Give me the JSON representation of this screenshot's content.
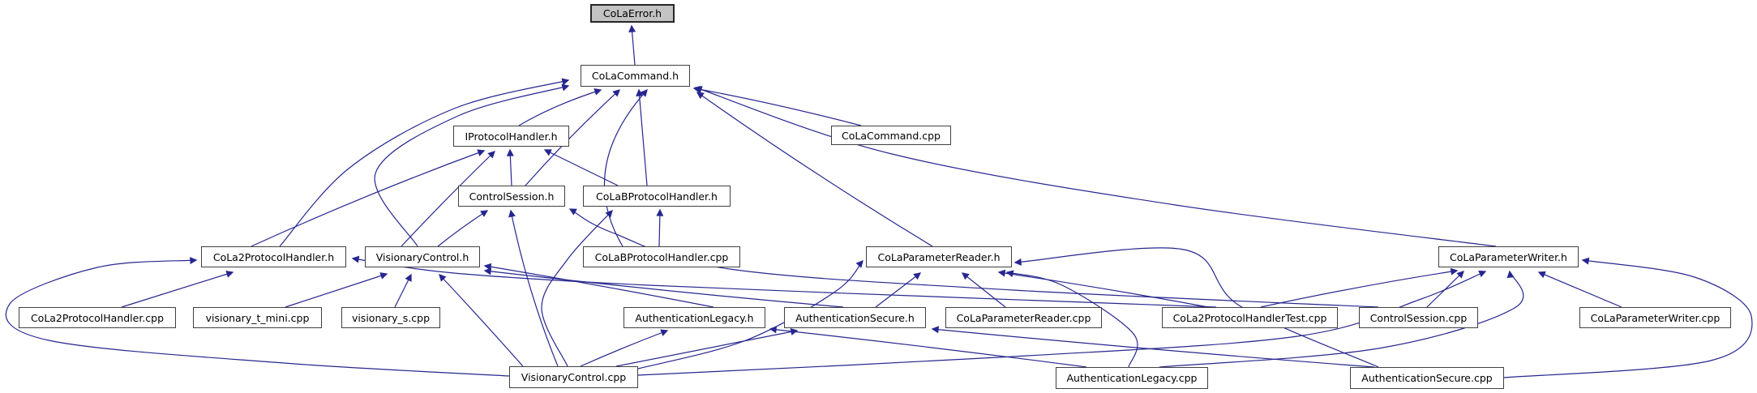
{
  "diagram": {
    "kind": "include-dependency-graph",
    "highlighted_node": "CoLaError.h",
    "edge_meaning": "arrow points from the including file to the included file",
    "colors": {
      "edge": "#26268f",
      "node_border": "#404040",
      "node_fill": "#ffffff",
      "highlight_fill": "#c3c3c3",
      "highlight_border": "#262626",
      "text": "#000000",
      "background": "#ffffff"
    },
    "nodes": [
      {
        "id": "err",
        "label": "CoLaError.h",
        "highlighted": true
      },
      {
        "id": "cmd",
        "label": "CoLaCommand.h",
        "highlighted": false
      },
      {
        "id": "iph",
        "label": "IProtocolHandler.h",
        "highlighted": false
      },
      {
        "id": "cmdc",
        "label": "CoLaCommand.cpp",
        "highlighted": false
      },
      {
        "id": "cs",
        "label": "ControlSession.h",
        "highlighted": false
      },
      {
        "id": "cbh",
        "label": "CoLaBProtocolHandler.h",
        "highlighted": false
      },
      {
        "id": "c2h",
        "label": "CoLa2ProtocolHandler.h",
        "highlighted": false
      },
      {
        "id": "vch",
        "label": "VisionaryControl.h",
        "highlighted": false
      },
      {
        "id": "cbc",
        "label": "CoLaBProtocolHandler.cpp",
        "highlighted": false
      },
      {
        "id": "crh",
        "label": "CoLaParameterReader.h",
        "highlighted": false
      },
      {
        "id": "cwh",
        "label": "CoLaParameterWriter.h",
        "highlighted": false
      },
      {
        "id": "c2c",
        "label": "CoLa2ProtocolHandler.cpp",
        "highlighted": false
      },
      {
        "id": "vtm",
        "label": "visionary_t_mini.cpp",
        "highlighted": false
      },
      {
        "id": "vs",
        "label": "visionary_s.cpp",
        "highlighted": false
      },
      {
        "id": "alh",
        "label": "AuthenticationLegacy.h",
        "highlighted": false
      },
      {
        "id": "ash",
        "label": "AuthenticationSecure.h",
        "highlighted": false
      },
      {
        "id": "crc",
        "label": "CoLaParameterReader.cpp",
        "highlighted": false
      },
      {
        "id": "c2t",
        "label": "CoLa2ProtocolHandlerTest.cpp",
        "highlighted": false
      },
      {
        "id": "csc",
        "label": "ControlSession.cpp",
        "highlighted": false
      },
      {
        "id": "cwc",
        "label": "CoLaParameterWriter.cpp",
        "highlighted": false
      },
      {
        "id": "vcc",
        "label": "VisionaryControl.cpp",
        "highlighted": false
      },
      {
        "id": "alc",
        "label": "AuthenticationLegacy.cpp",
        "highlighted": false
      },
      {
        "id": "asc",
        "label": "AuthenticationSecure.cpp",
        "highlighted": false
      }
    ],
    "edges": [
      {
        "from": "cmd",
        "to": "err"
      },
      {
        "from": "iph",
        "to": "cmd"
      },
      {
        "from": "cs",
        "to": "cmd"
      },
      {
        "from": "cbh",
        "to": "cmd"
      },
      {
        "from": "c2h",
        "to": "cmd"
      },
      {
        "from": "vch",
        "to": "cmd"
      },
      {
        "from": "crh",
        "to": "cmd"
      },
      {
        "from": "cwh",
        "to": "cmd"
      },
      {
        "from": "cmdc",
        "to": "cmd"
      },
      {
        "from": "cbc",
        "to": "cmd"
      },
      {
        "from": "cs",
        "to": "iph"
      },
      {
        "from": "cbh",
        "to": "iph"
      },
      {
        "from": "c2h",
        "to": "iph"
      },
      {
        "from": "vch",
        "to": "iph"
      },
      {
        "from": "vch",
        "to": "cs"
      },
      {
        "from": "vcc",
        "to": "cs"
      },
      {
        "from": "csc",
        "to": "cs"
      },
      {
        "from": "cbc",
        "to": "cbh"
      },
      {
        "from": "vcc",
        "to": "cbh"
      },
      {
        "from": "c2c",
        "to": "c2h"
      },
      {
        "from": "vcc",
        "to": "c2h"
      },
      {
        "from": "c2t",
        "to": "c2h"
      },
      {
        "from": "vtm",
        "to": "vch"
      },
      {
        "from": "vs",
        "to": "vch"
      },
      {
        "from": "vcc",
        "to": "vch"
      },
      {
        "from": "alh",
        "to": "vch"
      },
      {
        "from": "ash",
        "to": "vch"
      },
      {
        "from": "crc",
        "to": "crh"
      },
      {
        "from": "ash",
        "to": "crh"
      },
      {
        "from": "vcc",
        "to": "crh"
      },
      {
        "from": "c2t",
        "to": "crh"
      },
      {
        "from": "alc",
        "to": "crh"
      },
      {
        "from": "asc",
        "to": "crh"
      },
      {
        "from": "cwc",
        "to": "cwh"
      },
      {
        "from": "csc",
        "to": "cwh"
      },
      {
        "from": "vcc",
        "to": "cwh"
      },
      {
        "from": "alc",
        "to": "cwh"
      },
      {
        "from": "asc",
        "to": "cwh"
      },
      {
        "from": "c2t",
        "to": "cwh"
      },
      {
        "from": "alc",
        "to": "alh"
      },
      {
        "from": "vcc",
        "to": "alh"
      },
      {
        "from": "asc",
        "to": "ash"
      },
      {
        "from": "vcc",
        "to": "ash"
      }
    ]
  }
}
